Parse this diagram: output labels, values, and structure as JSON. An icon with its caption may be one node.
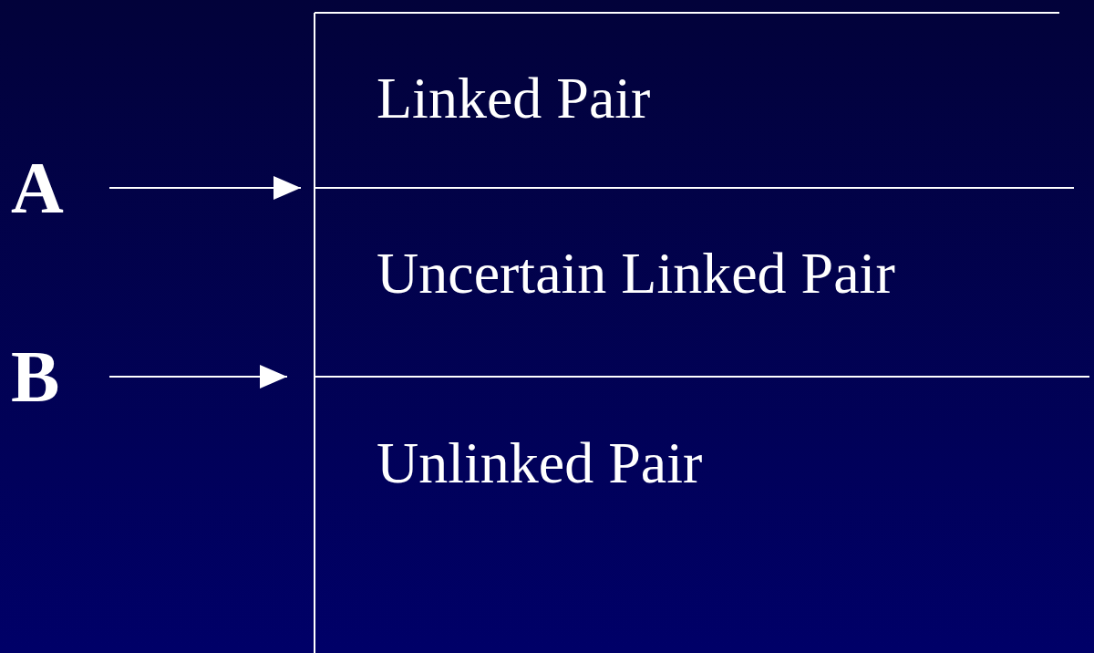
{
  "diagram": {
    "nodes": [
      {
        "text": [
          "A"
        ]
      },
      {
        "text": [
          "B"
        ]
      }
    ],
    "edges": [
      {
        "from": 0,
        "to": null,
        "arrow": "to"
      },
      {
        "from": 1,
        "to": null,
        "arrow": "to"
      }
    ],
    "labels": [
      "Linked Pair",
      "Uncertain Linked Pair",
      "Unlinked Pair"
    ]
  }
}
